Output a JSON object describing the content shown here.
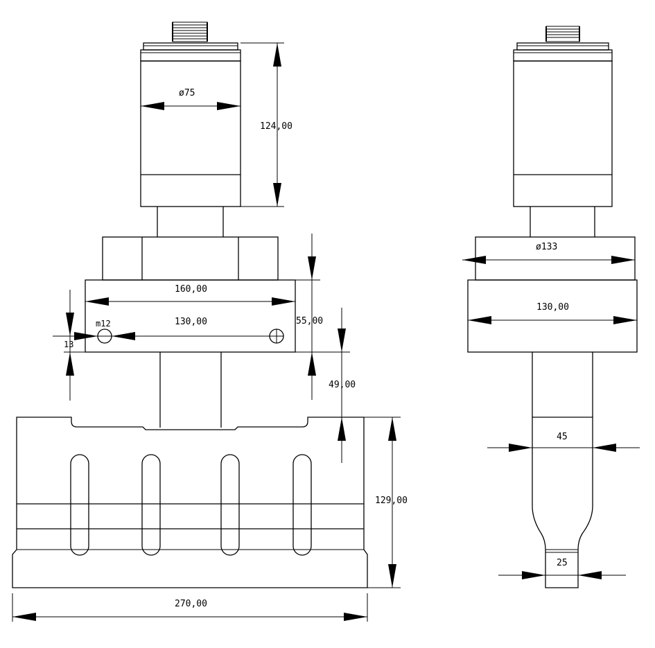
{
  "front_view": {
    "diameter_transducer": "ø75",
    "height_transducer": "124,00",
    "width_flange": "160,00",
    "hole_spacing": "130,00",
    "hole_thread": "m12",
    "hole_offset": "13",
    "height_flange": "55,00",
    "height_booster": "49,00",
    "height_horn": "129,00",
    "width_horn": "270,00"
  },
  "side_view": {
    "diameter_flange": "ø133",
    "width_booster": "130,00",
    "width_horn_top": "45",
    "width_horn_tip": "25"
  }
}
